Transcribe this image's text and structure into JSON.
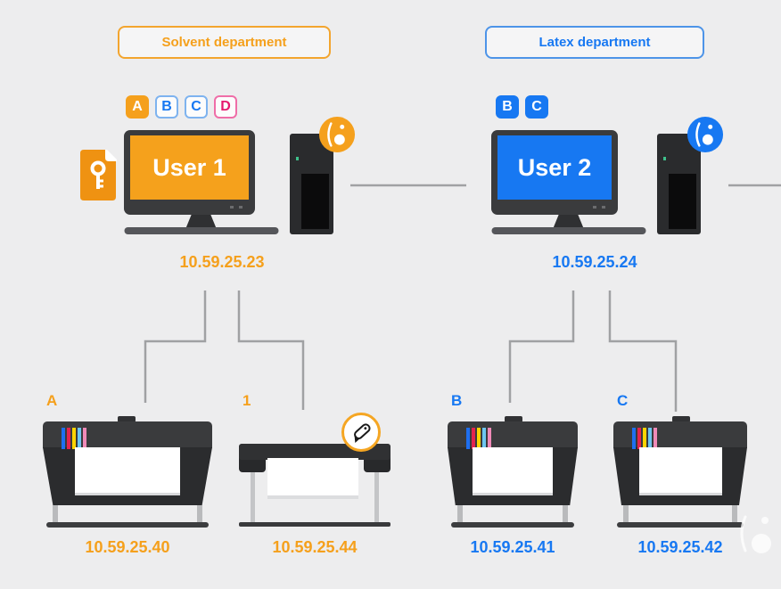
{
  "departments": {
    "solvent": {
      "label": "Solvent department",
      "color": "#f5a01c"
    },
    "latex": {
      "label": "Latex department",
      "color": "#1778f2"
    }
  },
  "workstations": {
    "user1": {
      "label": "User 1",
      "ip": "10.59.25.23",
      "accent": "#f5a01c",
      "badges": [
        {
          "letter": "A",
          "variant": "orange-filled"
        },
        {
          "letter": "B",
          "variant": "blue-outline"
        },
        {
          "letter": "C",
          "variant": "blue-outline"
        },
        {
          "letter": "D",
          "variant": "pink-outline"
        }
      ]
    },
    "user2": {
      "label": "User 2",
      "ip": "10.59.25.24",
      "accent": "#1778f2",
      "badges": [
        {
          "letter": "B",
          "variant": "blue-filled"
        },
        {
          "letter": "C",
          "variant": "blue-filled"
        }
      ]
    }
  },
  "printers": [
    {
      "label": "A",
      "ip": "10.59.25.40",
      "type": "large-format-printer",
      "accent": "#f5a01c"
    },
    {
      "label": "1",
      "ip": "10.59.25.44",
      "type": "cutter",
      "accent": "#f5a01c"
    },
    {
      "label": "B",
      "ip": "10.59.25.41",
      "type": "large-format-printer",
      "accent": "#1778f2"
    },
    {
      "label": "C",
      "ip": "10.59.25.42",
      "type": "large-format-printer",
      "accent": "#1778f2"
    }
  ],
  "icons": {
    "license_key_file": "key-document-icon",
    "rip_software": "ink-drop-icon",
    "cutter": "utility-knife-icon",
    "watermark": "ink-drop-icon"
  },
  "colors": {
    "background": "#ededee",
    "orange": "#f5a01c",
    "blue": "#1778f2",
    "pink": "#e6186d",
    "connector": "#a0a1a3",
    "dark_body": "#303134"
  }
}
